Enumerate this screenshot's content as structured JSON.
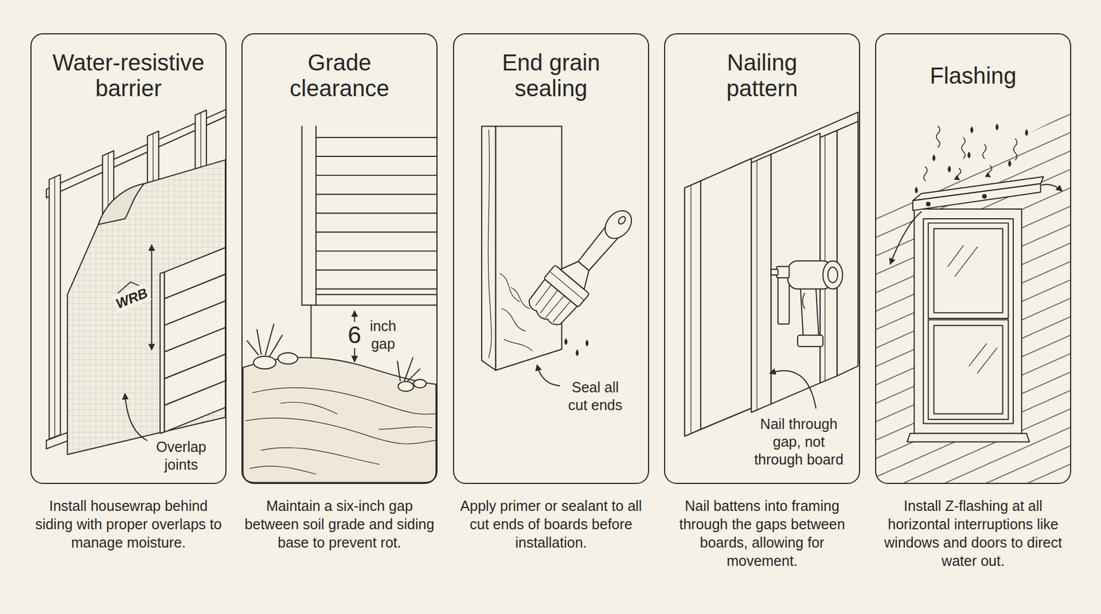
{
  "diagram": {
    "nodes": [
      {
        "text": [
          "Water-resistive barrier",
          "Install housewrap behind siding with proper overlaps to manage moisture."
        ]
      },
      {
        "text": [
          "Grade clearance",
          "Maintain a six-inch gap between soil grade and siding base to prevent rot."
        ]
      },
      {
        "text": [
          "End grain sealing",
          "Apply primer or sealant to all cut ends of boards before installation."
        ]
      },
      {
        "text": [
          "Nailing pattern",
          "Nail battens into framing through the gaps between boards, allowing for movement."
        ]
      },
      {
        "text": [
          "Flashing",
          "Install Z-flashing at all horizontal interruptions like windows and doors to direct water out."
        ]
      }
    ],
    "labels": [
      "WRB",
      "Overlap joints",
      "6",
      "inch gap",
      "Seal all cut ends",
      "Nail through gap, not through board"
    ]
  }
}
